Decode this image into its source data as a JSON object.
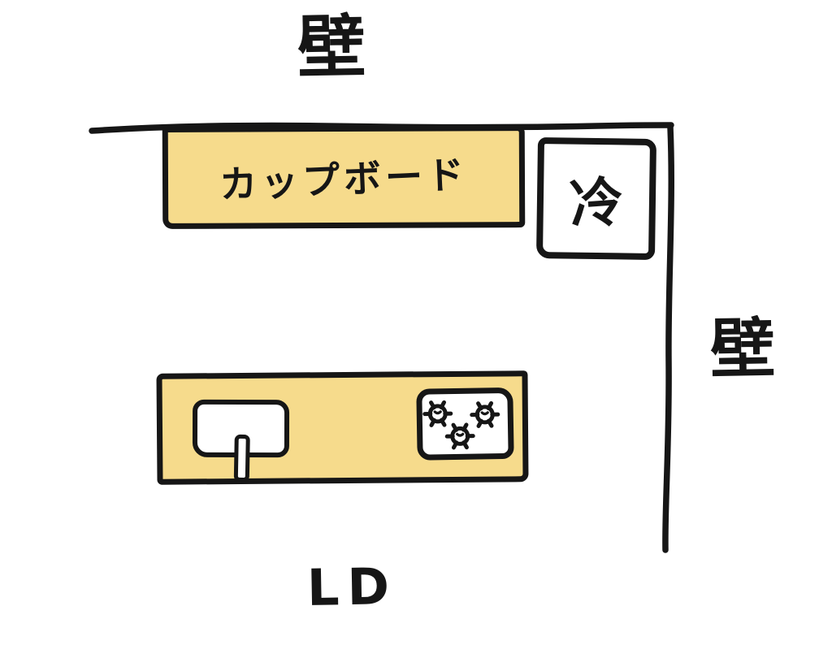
{
  "theme": {
    "ink": "#161616",
    "paper": "#ffffff",
    "accent": "#f6db8c"
  },
  "labels": {
    "wall_top": "壁",
    "wall_right": "壁",
    "room": "LD"
  },
  "fixtures": {
    "cupboard": {
      "label": "カップボード",
      "fill": "#f6db8c"
    },
    "refrigerator": {
      "label": "冷"
    },
    "kitchen_counter": {
      "fill": "#f6db8c",
      "stove_burners": 3
    }
  }
}
